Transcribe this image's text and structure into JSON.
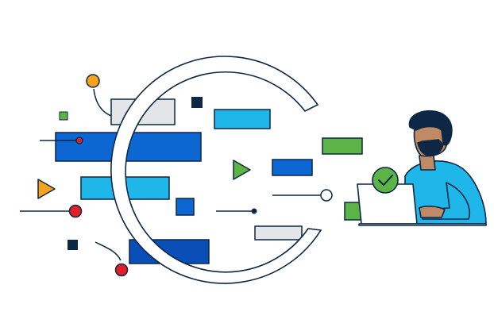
{
  "scene": {
    "kind": "illustration",
    "elements": [
      "workflow-bars",
      "play-icons",
      "connector-dots",
      "large-ring",
      "checkmark-badge",
      "person-at-laptop"
    ]
  },
  "colors": {
    "outline": "#0d2744",
    "navy": "#0d2744",
    "royal_blue": "#0c67d2",
    "dark_blue": "#0a4fb8",
    "sky_blue": "#1fb6ea",
    "green": "#5cb346",
    "orange": "#f6a31b",
    "red": "#e21f26",
    "light_gray": "#e3e5e8",
    "skin": "#c08a64",
    "hair": "#0d2744",
    "shirt": "#1fb6ea",
    "laptop": "#ffffff",
    "background": "#ffffff"
  },
  "icons": {
    "play_orange": "play-icon",
    "play_green": "play-icon",
    "check_badge": "checkmark-icon"
  }
}
